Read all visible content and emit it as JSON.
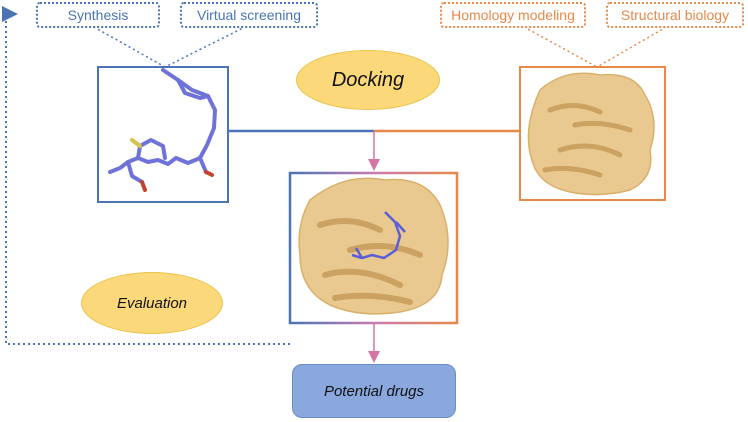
{
  "top_labels": {
    "synthesis": "Synthesis",
    "virtual_screening": "Virtual screening",
    "homology_modeling": "Homology modeling",
    "structural_biology": "Structural biology"
  },
  "nodes": {
    "docking": "Docking",
    "evaluation": "Evaluation",
    "potential_drugs": "Potential drugs"
  },
  "colors": {
    "ligand_blue": "#4a74b5",
    "protein_orange": "#e8894a",
    "flow_arrow": "#d674a6",
    "ellipse_fill": "#fbd97a",
    "result_fill": "#8aa8de",
    "protein_surface": "#e9c98f",
    "ligand_stick": "#6f72d9"
  },
  "illustrations": {
    "ligand": "ligand-stick-model",
    "protein": "protein-surface-model",
    "complex": "protein-ligand-complex-model"
  }
}
